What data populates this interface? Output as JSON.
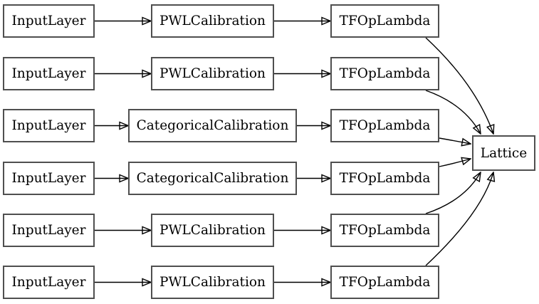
{
  "diagram": {
    "title": "model-architecture-graph",
    "colors": {
      "background": "#ffffff",
      "node_border": "#4f4f4f",
      "edge": "#000000",
      "text": "#000000"
    },
    "rows": [
      {
        "input_label": "InputLayer",
        "calib_label": "PWLCalibration",
        "lambda_label": "TFOpLambda"
      },
      {
        "input_label": "InputLayer",
        "calib_label": "PWLCalibration",
        "lambda_label": "TFOpLambda"
      },
      {
        "input_label": "InputLayer",
        "calib_label": "CategoricalCalibration",
        "lambda_label": "TFOpLambda"
      },
      {
        "input_label": "InputLayer",
        "calib_label": "CategoricalCalibration",
        "lambda_label": "TFOpLambda"
      },
      {
        "input_label": "InputLayer",
        "calib_label": "PWLCalibration",
        "lambda_label": "TFOpLambda"
      },
      {
        "input_label": "InputLayer",
        "calib_label": "PWLCalibration",
        "lambda_label": "TFOpLambda"
      }
    ],
    "output_node": {
      "label": "Lattice"
    }
  }
}
